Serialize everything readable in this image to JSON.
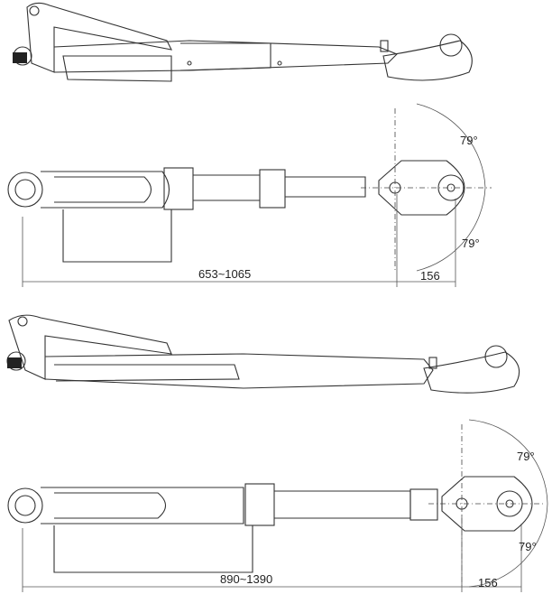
{
  "view1": {
    "angle_top": "79°",
    "angle_bottom": "79°",
    "length_range": "653~1065",
    "head_offset": "156"
  },
  "view2": {
    "angle_top": "79°",
    "angle_bottom": "79°",
    "length_range": "890~1390",
    "head_offset": "156"
  }
}
